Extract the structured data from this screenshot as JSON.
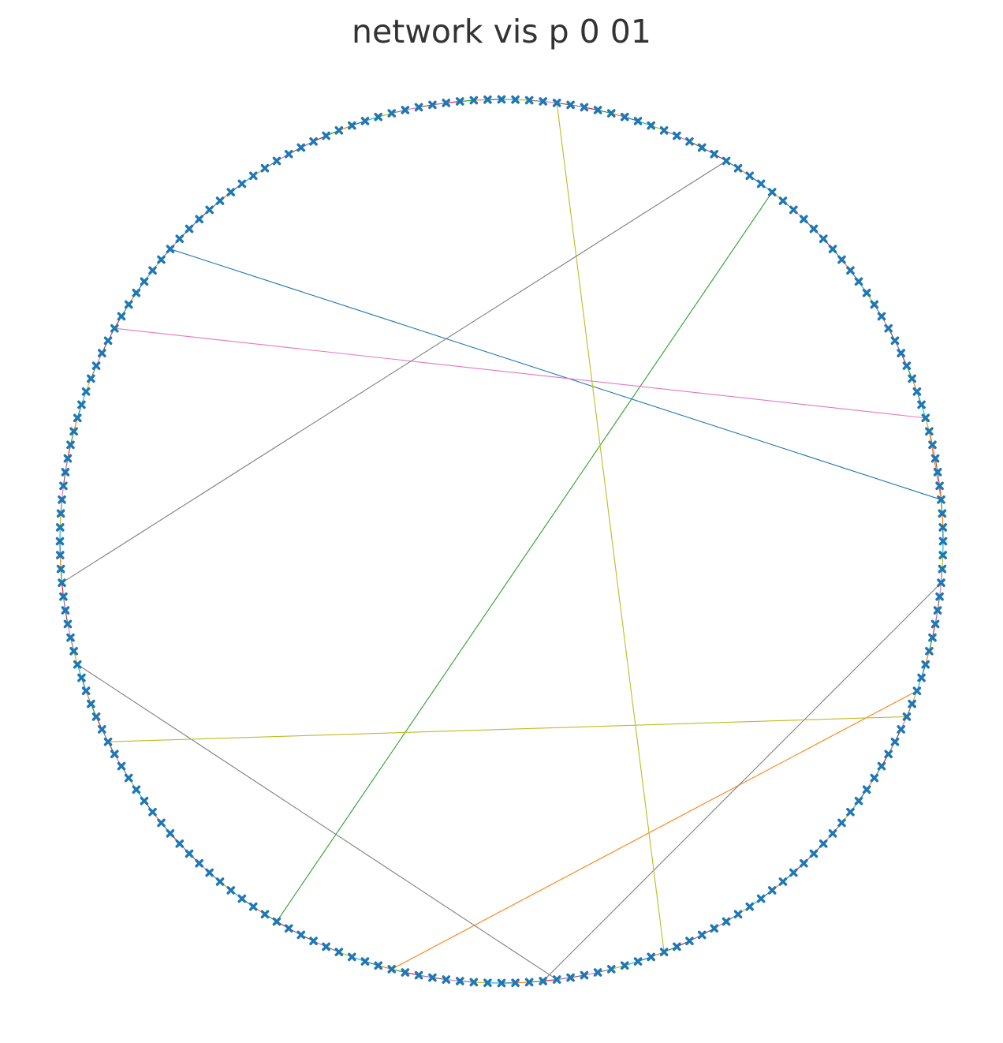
{
  "title": "network vis p 0 01",
  "chart_data": {
    "type": "network",
    "layout": "circular",
    "title": "network vis p 0 01",
    "node_count": 200,
    "node_marker": "x",
    "node_color": "#1f77b4",
    "ring_edge_palette": [
      "#1f77b4",
      "#ff7f0e",
      "#2ca02c",
      "#d62728",
      "#9467bd",
      "#8c564b",
      "#e377c2",
      "#7f7f7f",
      "#bcbd22",
      "#17becf"
    ],
    "ring_edges": "each node i connected to node (i+1) mod 200",
    "chords": [
      {
        "source": 3,
        "target": 77,
        "color": "#1f77b4"
      },
      {
        "source": 142,
        "target": 189,
        "color": "#ff7f0e"
      },
      {
        "source": 3,
        "target": 8,
        "color": "#ff7f0e"
      },
      {
        "source": 29,
        "target": 133,
        "color": "#2ca02c"
      },
      {
        "source": 84,
        "target": 9,
        "color": "#e377c2"
      },
      {
        "source": 154,
        "target": 109,
        "color": "#7f7f7f"
      },
      {
        "source": 153,
        "target": 197,
        "color": "#7f7f7f"
      },
      {
        "source": 46,
        "target": 162,
        "color": "#bcbd22"
      },
      {
        "source": 115,
        "target": 187,
        "color": "#bcbd22"
      },
      {
        "source": 103,
        "target": 33,
        "color": "#7f7f7f"
      }
    ]
  }
}
